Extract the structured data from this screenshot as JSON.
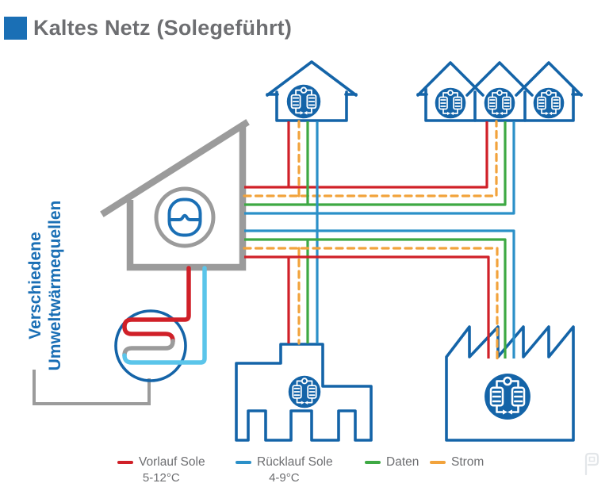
{
  "title": "Kaltes Netz (Solegeführt)",
  "source_label": {
    "line1": "Verschiedene",
    "line2": "Umweltwärmequellen"
  },
  "legend": {
    "items": [
      {
        "label": "Vorlauf Sole",
        "sublabel": "5-12°C",
        "style": "solid",
        "color_key": "vorlauf_red"
      },
      {
        "label": "Rücklauf Sole",
        "sublabel": "4-9°C",
        "style": "solid",
        "color_key": "ruecklauf_blue"
      },
      {
        "label": "Daten",
        "sublabel": "",
        "style": "solid",
        "color_key": "daten_green"
      },
      {
        "label": "Strom",
        "sublabel": "",
        "style": "dashed",
        "color_key": "strom_orange"
      }
    ]
  },
  "colors": {
    "vorlauf_red": "#d02028",
    "ruecklauf_blue": "#2b90c8",
    "daten_green": "#3ea944",
    "strom_orange": "#f2a33c",
    "ruecklauf_light": "#5bc5ea",
    "building_blue": "#1464a8",
    "accent_blue": "#1a6fb5",
    "source_gray": "#9b9b9b",
    "text_gray": "#6d6e71",
    "watermark_gray": "#e3e6e9"
  },
  "icons": {
    "heat_pump": "heat-pump-cycle-icon",
    "heat_exchanger": "ground-source-coil-icon",
    "buffer_tank": "buffer-tank-icon",
    "watermark": "publisher-watermark-icon"
  }
}
